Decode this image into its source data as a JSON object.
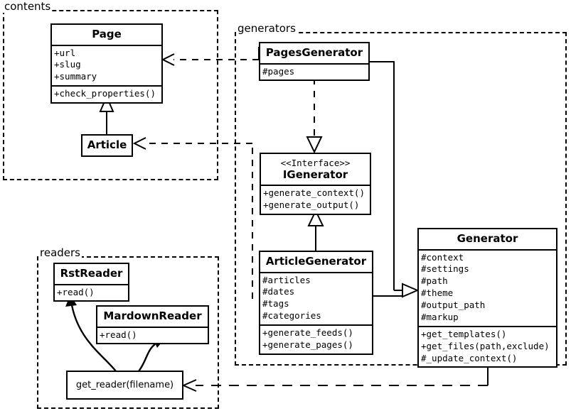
{
  "diagram": {
    "title": "UML class diagram",
    "line_color": "#000000",
    "background": "#ffffff"
  },
  "packages": [
    {
      "id": "contents",
      "label": "contents"
    },
    {
      "id": "generators",
      "label": "generators"
    },
    {
      "id": "readers",
      "label": "readers"
    }
  ],
  "classes": {
    "page": {
      "name": "Page",
      "attributes": [
        "+url",
        "+slug",
        "+summary"
      ],
      "operations": [
        "+check_properties()"
      ]
    },
    "article": {
      "name": "Article",
      "attributes": [],
      "operations": []
    },
    "pages_generator": {
      "name": "PagesGenerator",
      "attributes": [
        "#pages"
      ],
      "operations": []
    },
    "igenerator": {
      "stereotype": "<<Interface>>",
      "name": "IGenerator",
      "attributes": [],
      "operations": [
        "+generate_context()",
        "+generate_output()"
      ]
    },
    "article_generator": {
      "name": "ArticleGenerator",
      "attributes": [
        "#articles",
        "#dates",
        "#tags",
        "#categories"
      ],
      "operations": [
        "+generate_feeds()",
        "+generate_pages()"
      ]
    },
    "generator": {
      "name": "Generator",
      "attributes": [
        "#context",
        "#settings",
        "#path",
        "#theme",
        "#output_path",
        "#markup"
      ],
      "operations": [
        "+get_templates()",
        "+get_files(path,exclude)",
        "#_update_context()"
      ]
    },
    "get_reader": {
      "name": "get_reader(filename)"
    },
    "rst_reader": {
      "name": "RstReader",
      "attributes": [],
      "operations": [
        "+read()"
      ]
    },
    "mardown_reader": {
      "name": "MardownReader",
      "attributes": [],
      "operations": [
        "+read()"
      ]
    }
  },
  "relationships": [
    {
      "id": "article-inherits-page",
      "type": "generalization",
      "from": "Article",
      "to": "Page"
    },
    {
      "id": "pagesgen-realizes-igenerator",
      "type": "realization",
      "from": "PagesGenerator",
      "to": "IGenerator"
    },
    {
      "id": "articlegen-realizes-igenerator",
      "type": "generalization",
      "from": "ArticleGenerator",
      "to": "IGenerator"
    },
    {
      "id": "pagesgen-uses-generator",
      "type": "association",
      "from": "PagesGenerator",
      "to": "Generator"
    },
    {
      "id": "articlegen-uses-generator",
      "type": "association",
      "from": "ArticleGenerator",
      "to": "Generator"
    },
    {
      "id": "pagesgen-depends-page",
      "type": "dependency",
      "from": "PagesGenerator",
      "to": "Page"
    },
    {
      "id": "articlegen-depends-article",
      "type": "dependency",
      "from": "ArticleGenerator",
      "to": "Article"
    },
    {
      "id": "generator-depends-getreader",
      "type": "dependency",
      "from": "Generator",
      "to": "get_reader(filename)"
    },
    {
      "id": "getreader-returns-rstreader",
      "type": "association",
      "from": "get_reader(filename)",
      "to": "RstReader"
    },
    {
      "id": "getreader-returns-mdreader",
      "type": "association",
      "from": "get_reader(filename)",
      "to": "MardownReader"
    }
  ]
}
